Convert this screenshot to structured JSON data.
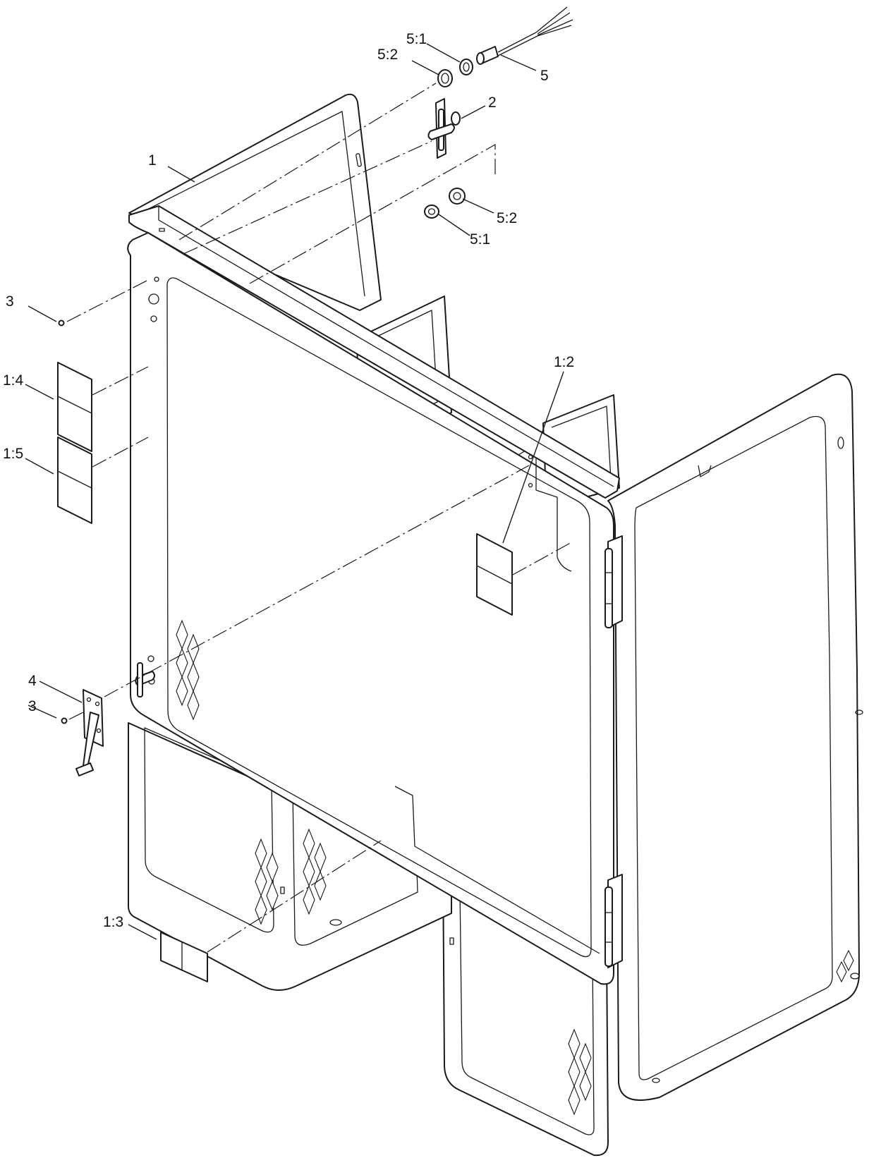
{
  "callouts": [
    {
      "id": "c1",
      "text": "1"
    },
    {
      "id": "c12",
      "text": "1:2"
    },
    {
      "id": "c13",
      "text": "1:3"
    },
    {
      "id": "c14",
      "text": "1:4"
    },
    {
      "id": "c15",
      "text": "1:5"
    },
    {
      "id": "c2",
      "text": "2"
    },
    {
      "id": "c3a",
      "text": "3"
    },
    {
      "id": "c3b",
      "text": "3"
    },
    {
      "id": "c4",
      "text": "4"
    },
    {
      "id": "c5",
      "text": "5"
    },
    {
      "id": "c51a",
      "text": "5:1"
    },
    {
      "id": "c52a",
      "text": "5:2"
    },
    {
      "id": "c51b",
      "text": "5:1"
    },
    {
      "id": "c52b",
      "text": "5:2"
    }
  ]
}
